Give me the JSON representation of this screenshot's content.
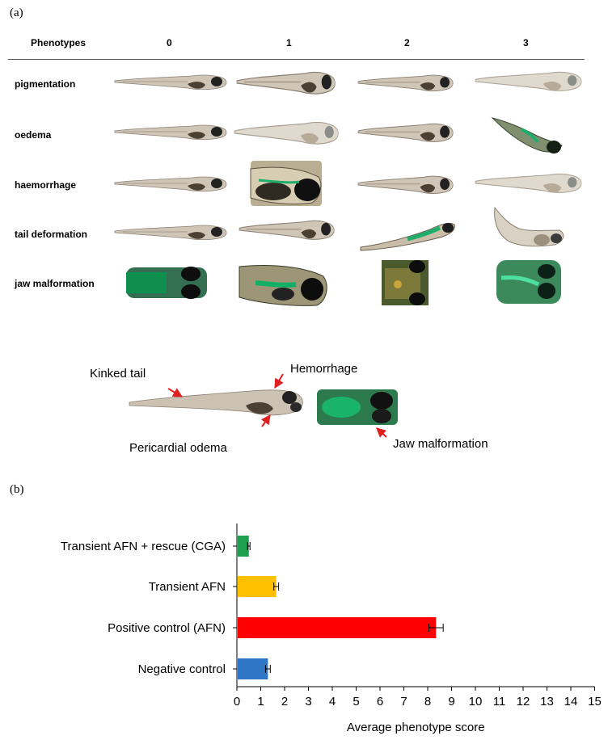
{
  "panel_a_label": "(a)",
  "panel_b_label": "(b)",
  "table": {
    "header": [
      "Phenotypes",
      "0",
      "1",
      "2",
      "3"
    ],
    "rows": [
      {
        "label": "pigmentation"
      },
      {
        "label": "oedema"
      },
      {
        "label": "haemorrhage"
      },
      {
        "label": "tail deformation"
      },
      {
        "label": "jaw malformation"
      }
    ]
  },
  "annotations": {
    "kinked_tail": "Kinked tail",
    "hemorrhage": "Hemorrhage",
    "pericardial_odema": "Pericardial odema",
    "jaw_malformation": "Jaw malformation"
  },
  "colors": {
    "larva_body": "#c8bfb2",
    "larva_dark": "#3a2f26",
    "green_fluor": "#22a06a",
    "arrow": "#e02020"
  },
  "chart_data": {
    "type": "bar",
    "orientation": "horizontal",
    "title": "",
    "xlabel": "Average phenotype score",
    "ylabel": "",
    "xlim": [
      0,
      15
    ],
    "xticks": [
      0,
      1,
      2,
      3,
      4,
      5,
      6,
      7,
      8,
      9,
      10,
      11,
      12,
      13,
      14,
      15
    ],
    "categories": [
      "Transient AFN + rescue (CGA)",
      "Transient AFN",
      "Positive control (AFN)",
      "Negative control"
    ],
    "values": [
      0.5,
      1.65,
      8.35,
      1.3
    ],
    "errors": [
      0.05,
      0.1,
      0.3,
      0.1
    ],
    "bar_colors": [
      "#1e9e4f",
      "#ffc000",
      "#ff0000",
      "#2e75c6"
    ]
  }
}
